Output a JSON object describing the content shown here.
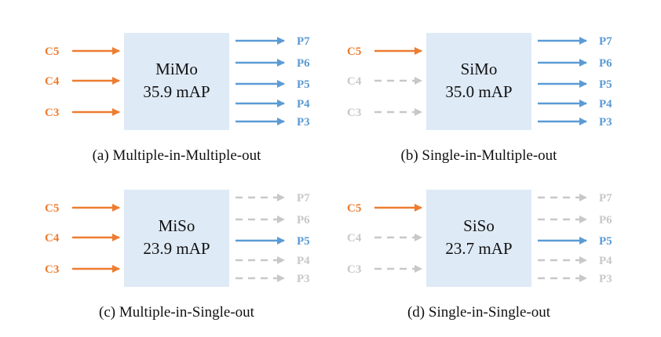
{
  "colors": {
    "active_input": "#ED7D31",
    "active_output": "#5B9BD5",
    "inactive": "#C8C8C8",
    "box_fill": "#DEEAF6",
    "text": "#111111"
  },
  "panels": [
    {
      "id": "mimo",
      "box_title": "MiMo",
      "box_score": "35.9 mAP",
      "caption": "(a) Multiple-in-Multiple-out",
      "inputs": [
        {
          "label": "C5",
          "active": true
        },
        {
          "label": "C4",
          "active": true
        },
        {
          "label": "C3",
          "active": true
        }
      ],
      "outputs": [
        {
          "label": "P7",
          "active": true
        },
        {
          "label": "P6",
          "active": true
        },
        {
          "label": "P5",
          "active": true
        },
        {
          "label": "P4",
          "active": true
        },
        {
          "label": "P3",
          "active": true
        }
      ]
    },
    {
      "id": "simo",
      "box_title": "SiMo",
      "box_score": "35.0 mAP",
      "caption": "(b) Single-in-Multiple-out",
      "inputs": [
        {
          "label": "C5",
          "active": true
        },
        {
          "label": "C4",
          "active": false
        },
        {
          "label": "C3",
          "active": false
        }
      ],
      "outputs": [
        {
          "label": "P7",
          "active": true
        },
        {
          "label": "P6",
          "active": true
        },
        {
          "label": "P5",
          "active": true
        },
        {
          "label": "P4",
          "active": true
        },
        {
          "label": "P3",
          "active": true
        }
      ]
    },
    {
      "id": "miso",
      "box_title": "MiSo",
      "box_score": "23.9 mAP",
      "caption": "(c) Multiple-in-Single-out",
      "inputs": [
        {
          "label": "C5",
          "active": true
        },
        {
          "label": "C4",
          "active": true
        },
        {
          "label": "C3",
          "active": true
        }
      ],
      "outputs": [
        {
          "label": "P7",
          "active": false
        },
        {
          "label": "P6",
          "active": false
        },
        {
          "label": "P5",
          "active": true
        },
        {
          "label": "P4",
          "active": false
        },
        {
          "label": "P3",
          "active": false
        }
      ]
    },
    {
      "id": "siso",
      "box_title": "SiSo",
      "box_score": "23.7 mAP",
      "caption": "(d) Single-in-Single-out",
      "inputs": [
        {
          "label": "C5",
          "active": true
        },
        {
          "label": "C4",
          "active": false
        },
        {
          "label": "C3",
          "active": false
        }
      ],
      "outputs": [
        {
          "label": "P7",
          "active": false
        },
        {
          "label": "P6",
          "active": false
        },
        {
          "label": "P5",
          "active": true
        },
        {
          "label": "P4",
          "active": false
        },
        {
          "label": "P3",
          "active": false
        }
      ]
    }
  ]
}
